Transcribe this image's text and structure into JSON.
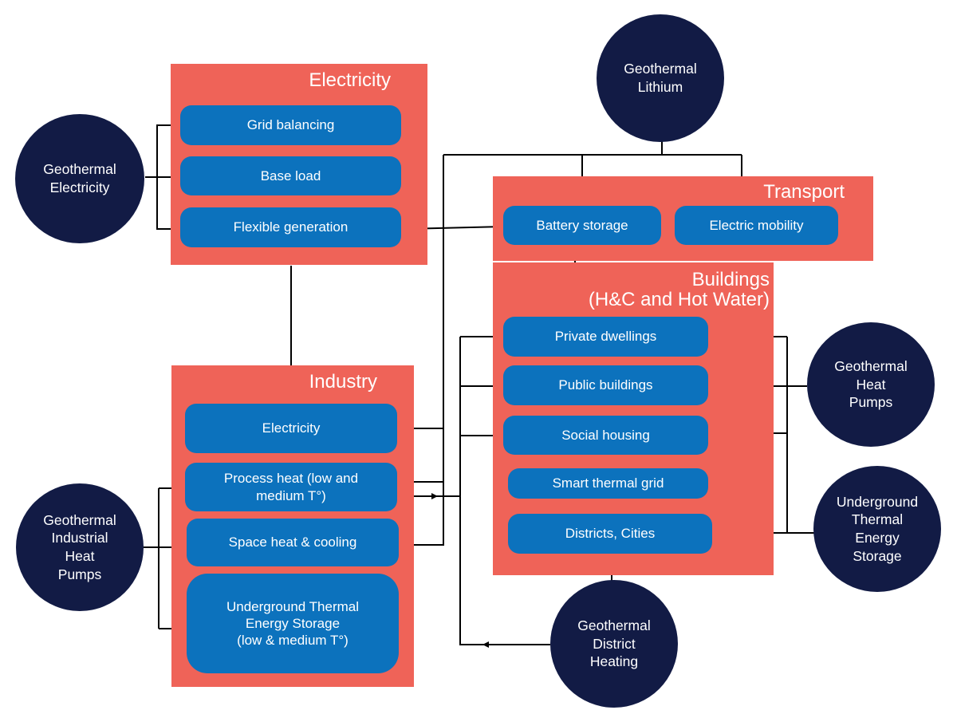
{
  "panels": {
    "electricity": "Electricity",
    "transport": "Transport",
    "buildings": "Buildings\n(H&C and Hot Water)",
    "industry": "Industry"
  },
  "electricity_boxes": {
    "grid_balancing": "Grid balancing",
    "base_load": "Base load",
    "flexible_generation": "Flexible generation"
  },
  "transport_boxes": {
    "battery_storage": "Battery storage",
    "electric_mobility": "Electric mobility"
  },
  "buildings_boxes": {
    "private_dwellings": "Private dwellings",
    "public_buildings": "Public buildings",
    "social_housing": "Social housing",
    "smart_thermal_grid": "Smart thermal grid",
    "districts_cities": "Districts, Cities"
  },
  "industry_boxes": {
    "electricity": "Electricity",
    "process_heat": "Process heat (low and\nmedium T°)",
    "space_heat": "Space heat & cooling",
    "utes": "Underground Thermal\nEnergy Storage\n(low & medium T°)"
  },
  "sources": {
    "geo_electricity": "Geothermal\nElectricity",
    "geo_lithium": "Geothermal\nLithium",
    "geo_heat_pumps": "Geothermal\nHeat\nPumps",
    "geo_utes": "Underground\nThermal\nEnergy\nStorage",
    "geo_industrial_hp": "Geothermal\nIndustrial\nHeat\nPumps",
    "geo_district_heating": "Geothermal\nDistrict\nHeating"
  },
  "colors": {
    "panel": "#ef6358",
    "box": "#0c72bd",
    "source": "#121b45",
    "connector": "#000000"
  }
}
